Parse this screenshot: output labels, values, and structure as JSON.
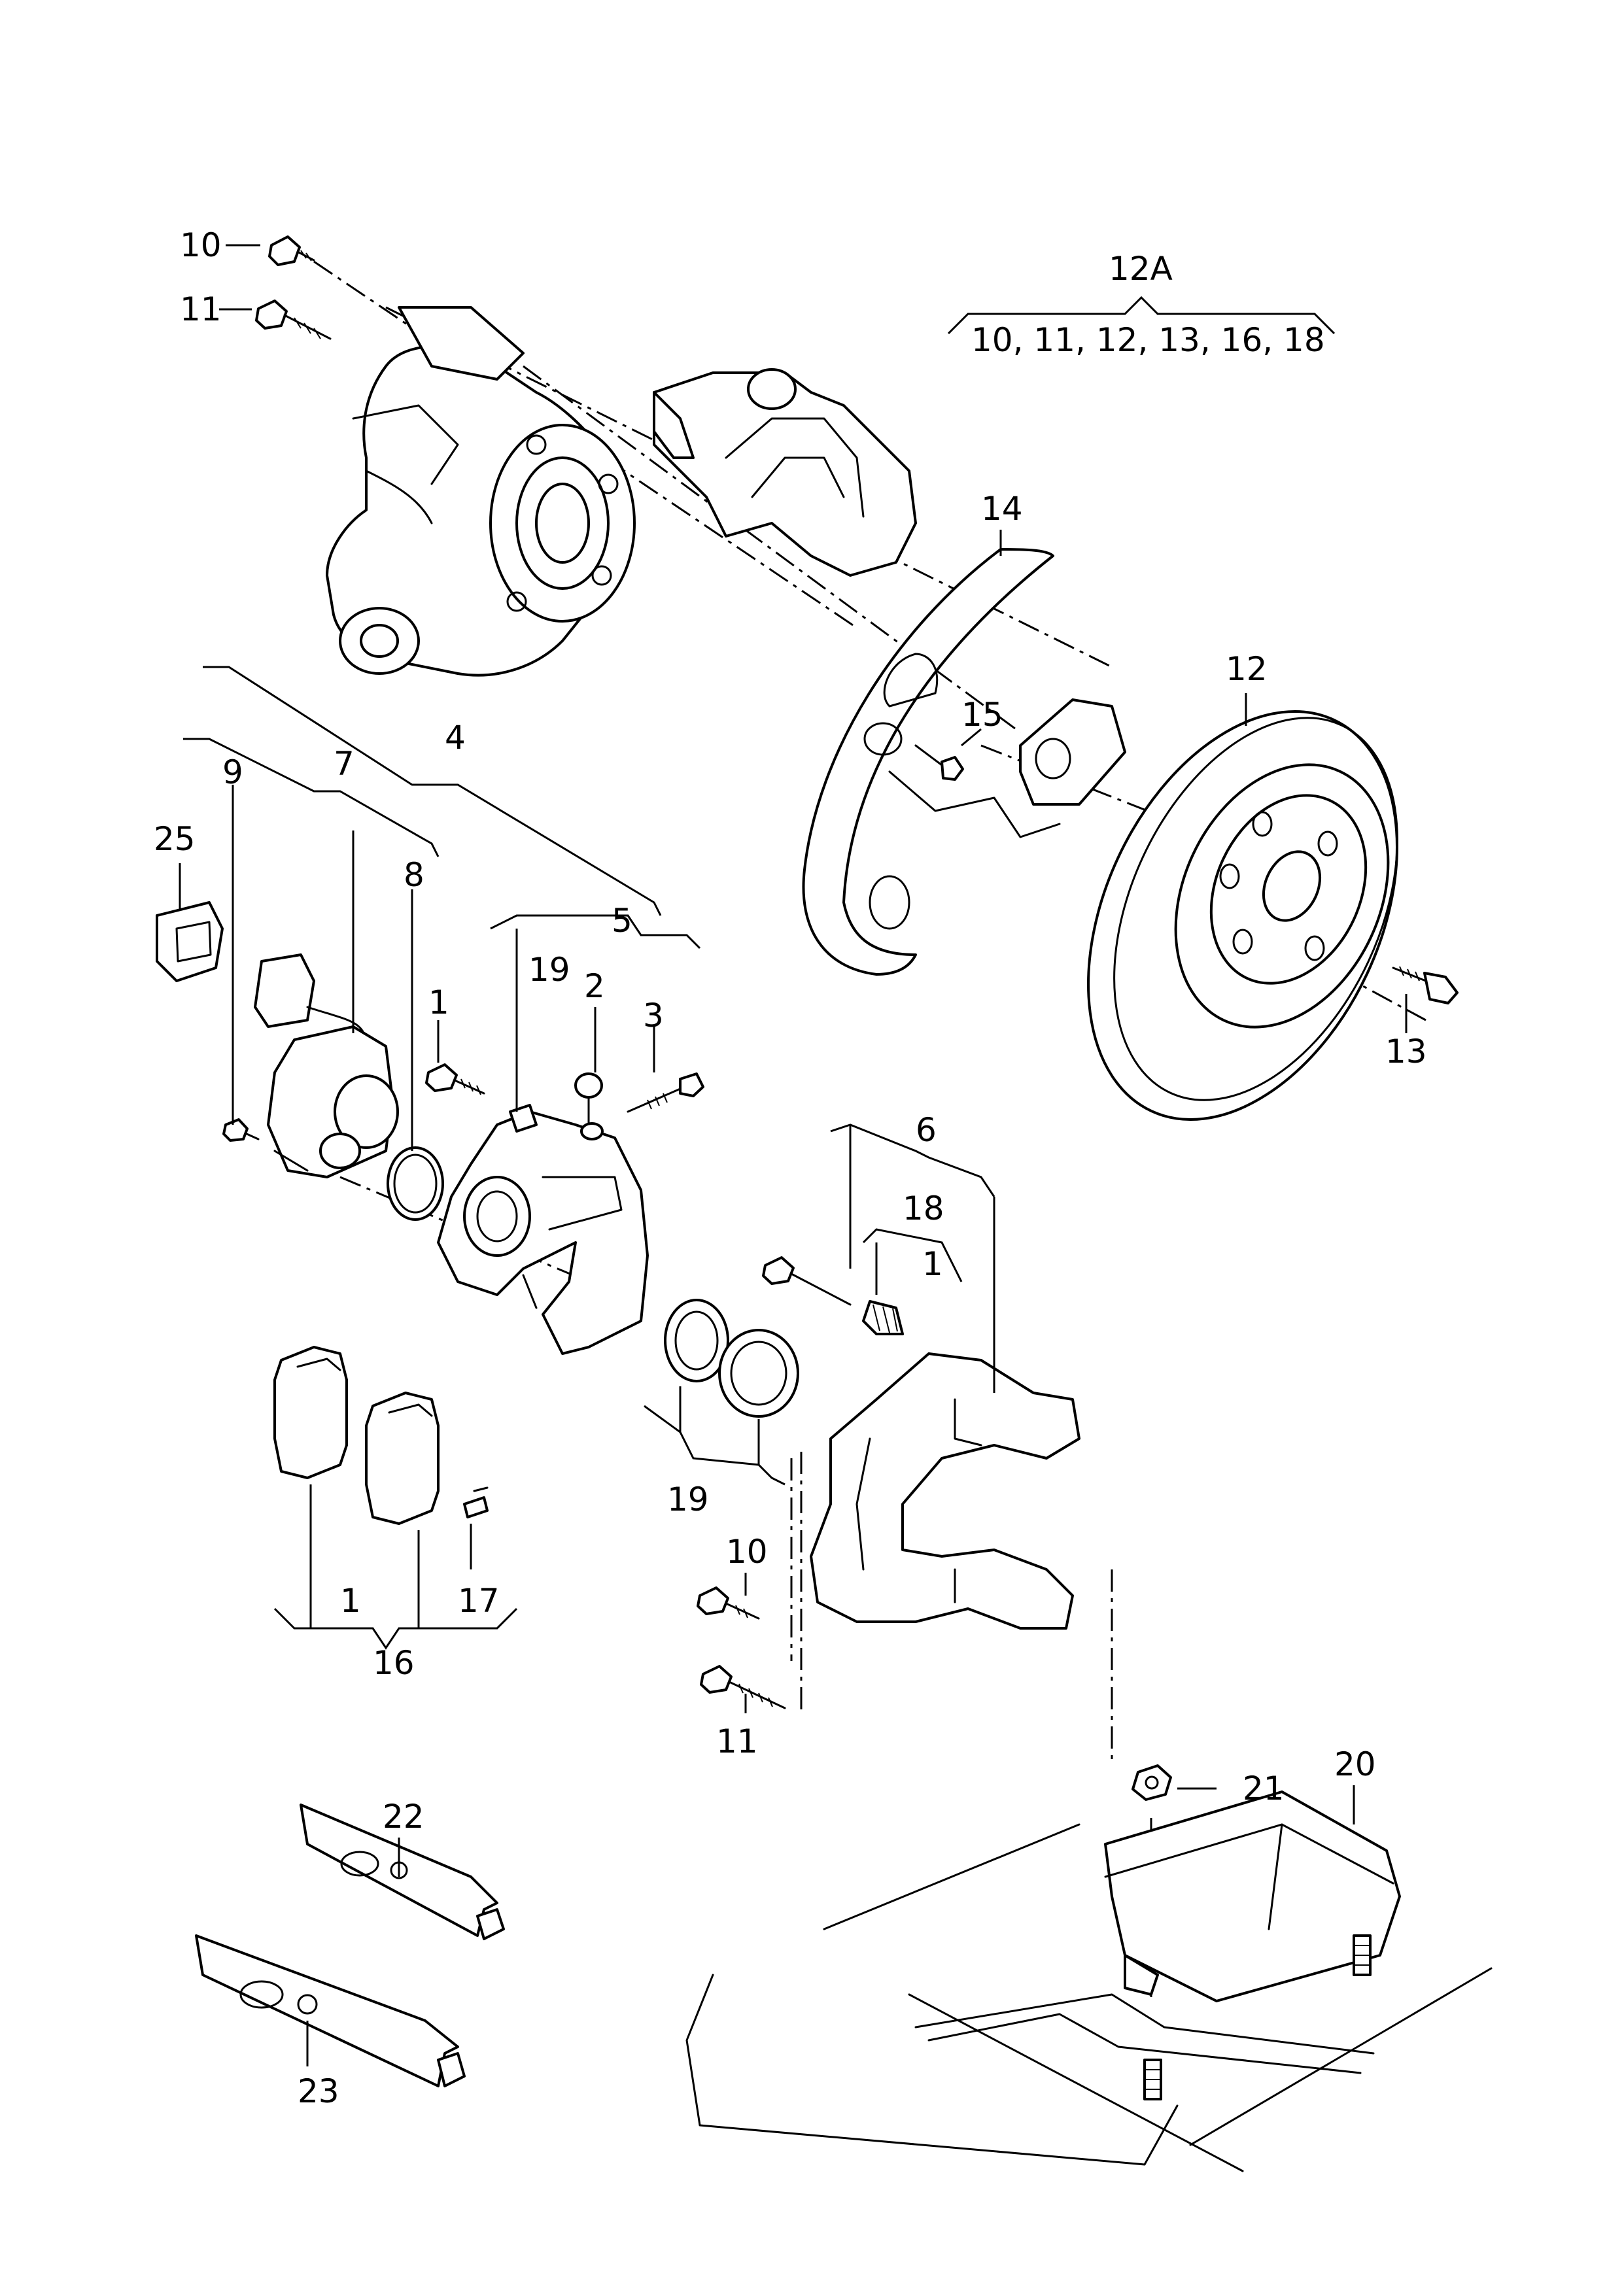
{
  "callouts": {
    "c10_top": "10",
    "c11_top": "11",
    "c12a": "12A",
    "c12a_list": "10, 11, 12, 13, 16, 18",
    "c14": "14",
    "c12": "12",
    "c15": "15",
    "c13": "13",
    "c4": "4",
    "c9": "9",
    "c7": "7",
    "c25": "25",
    "c8": "8",
    "c5": "5",
    "c19_top": "19",
    "c2": "2",
    "c3": "3",
    "c1_bolt": "1",
    "c6": "6",
    "c18": "18",
    "c1_sleeve": "1",
    "c19_bottom": "19",
    "c10_bottom": "10",
    "c11_bottom": "11",
    "c1_pads": "1",
    "c17": "17",
    "c16": "16",
    "c21": "21",
    "c20": "20",
    "c22": "22",
    "c23": "23"
  }
}
